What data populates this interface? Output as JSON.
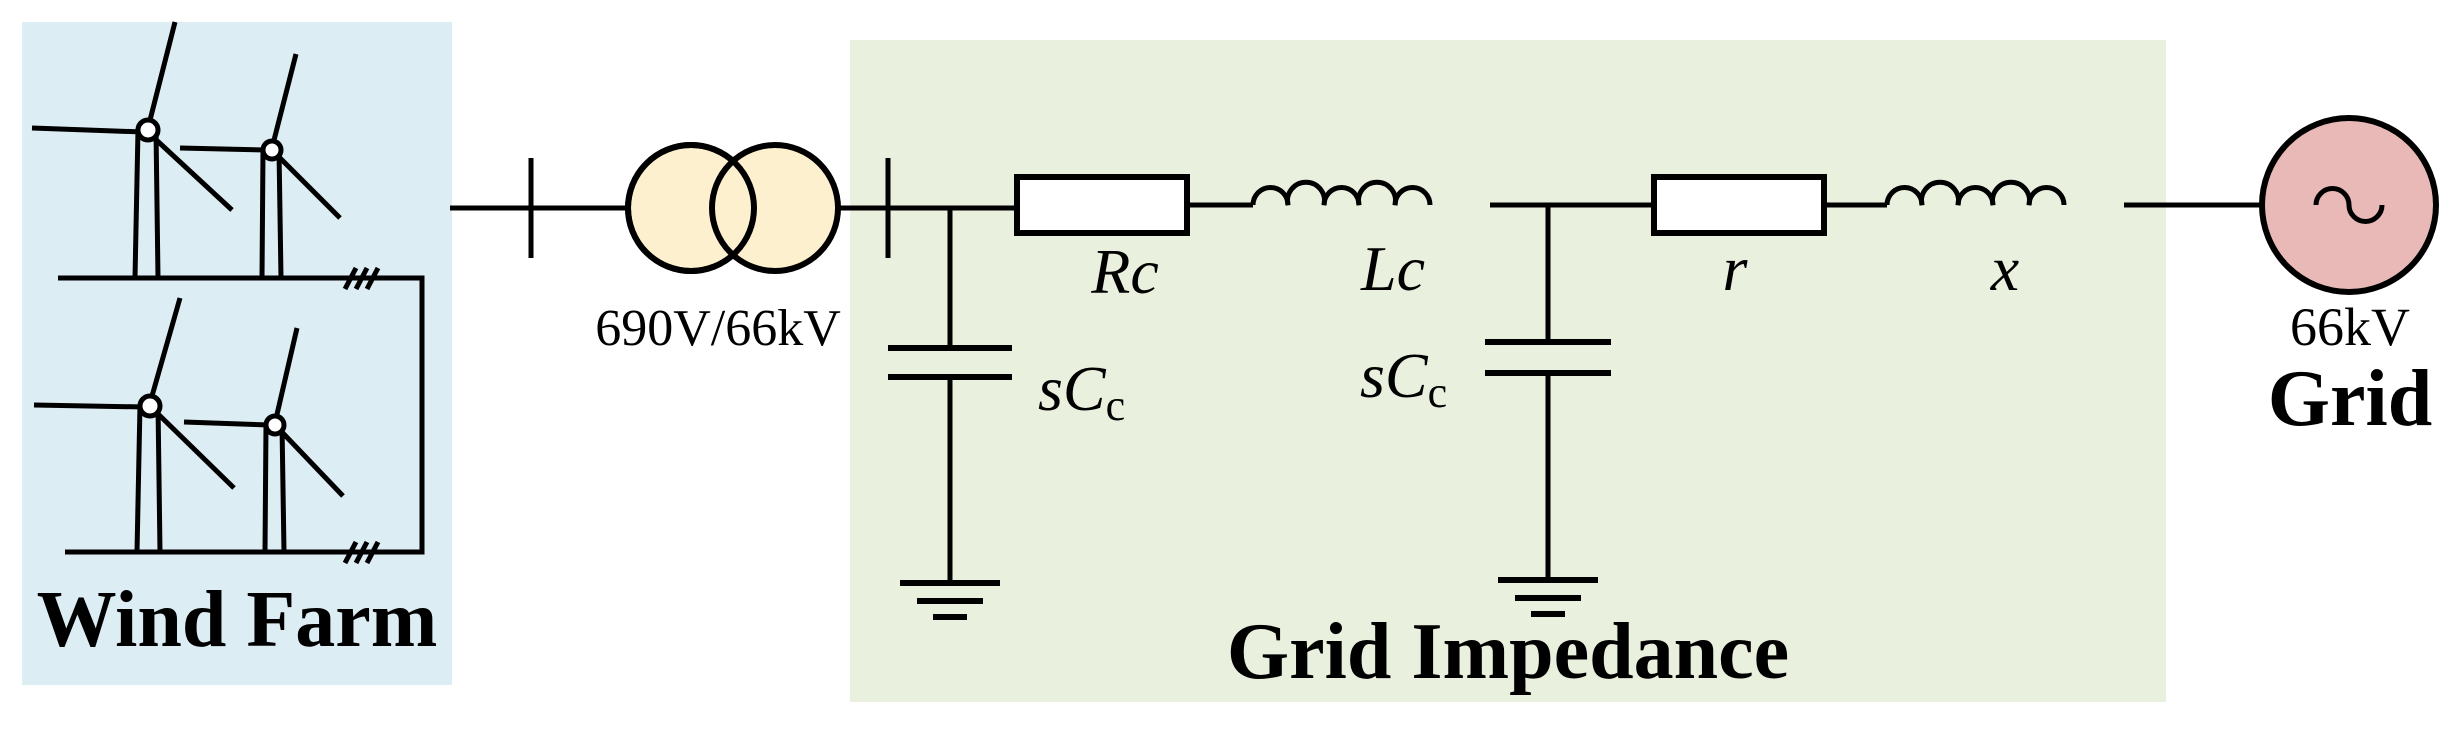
{
  "colors": {
    "wind_farm_bg": "#dcedf4",
    "grid_impedance_bg": "#e9f0de",
    "transformer_fill": "#fdf0cf",
    "grid_source_fill": "#e8b9b6",
    "line": "#000000"
  },
  "wind_farm": {
    "title": "Wind Farm"
  },
  "transformer": {
    "rating": "690V/66kV"
  },
  "grid_impedance": {
    "title": "Grid Impedance",
    "cable_resistance": "Rc",
    "cable_inductance": "Lc",
    "cable_capacitance_left": {
      "main": "sC",
      "sub": "c"
    },
    "cable_capacitance_right": {
      "main": "sC",
      "sub": "c"
    },
    "grid_resistance": "r",
    "grid_reactance": "x"
  },
  "grid": {
    "voltage": "66kV",
    "title": "Grid"
  },
  "icons": [
    "wind-turbine-icon",
    "transformer-icon",
    "resistor-icon",
    "inductor-icon",
    "capacitor-icon",
    "ground-icon",
    "ac-source-icon"
  ]
}
